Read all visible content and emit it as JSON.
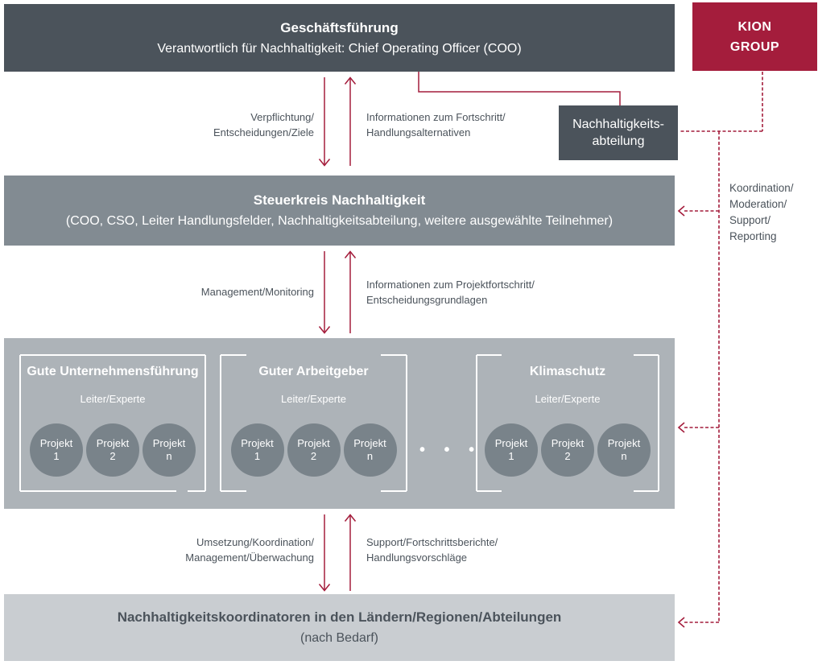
{
  "management_box": {
    "title": "Geschäftsführung",
    "subtitle": "Verantwortlich für Nachhaltigkeit: Chief Operating Officer (COO)"
  },
  "kion_group_box": {
    "label": "KION\nGROUP"
  },
  "sustainability_department_box": {
    "label": "Nachhaltigkeits-\nabteilung"
  },
  "steering_committee_box": {
    "title": "Steuerkreis Nachhaltigkeit",
    "subtitle": "(COO, CSO, Leiter Handlungsfelder, Nachhaltigkeitsabteilung, weitere ausgewählte Teilnehmer)"
  },
  "coordinators_box": {
    "title": "Nachhaltigkeitskoordinatoren in den Ländern/Regionen/Abteilungen",
    "subtitle": "(nach Bedarf)"
  },
  "flow_labels": {
    "commitment_down": "Verpflichtung/\nEntscheidungen/Ziele",
    "progress_up": "Informationen zum Fortschritt/\nHandlungsalternativen",
    "management_down": "Management/Monitoring",
    "project_progress_up": "Informationen zum Projektfortschritt/\nEntscheidungsgrundlagen",
    "implementation_down": "Umsetzung/Koordination/\nManagement/Überwachung",
    "support_up": "Support/Fortschrittsberichte/\nHandlungsvorschläge",
    "coordination_side": "Koordination/\nModeration/\nSupport/\nReporting"
  },
  "action_fields": {
    "leader_label": "Leiter/Experte",
    "ellipsis": "• • •",
    "panels": [
      {
        "title": "Gute Unternehmensführung",
        "projects": [
          "Projekt\n1",
          "Projekt\n2",
          "Projekt\nn"
        ]
      },
      {
        "title": "Guter Arbeitgeber",
        "projects": [
          "Projekt\n1",
          "Projekt\n2",
          "Projekt\nn"
        ]
      },
      {
        "title": "Klimaschutz",
        "projects": [
          "Projekt\n1",
          "Projekt\n2",
          "Projekt\nn"
        ]
      }
    ]
  },
  "colors": {
    "dark_slate": "#4b535b",
    "steel_gray": "#828b92",
    "panel_gray": "#adb3b8",
    "circle_gray": "#79838a",
    "light_gray": "#c9cdd1",
    "accent_red": "#a41d3c",
    "white": "#ffffff"
  }
}
